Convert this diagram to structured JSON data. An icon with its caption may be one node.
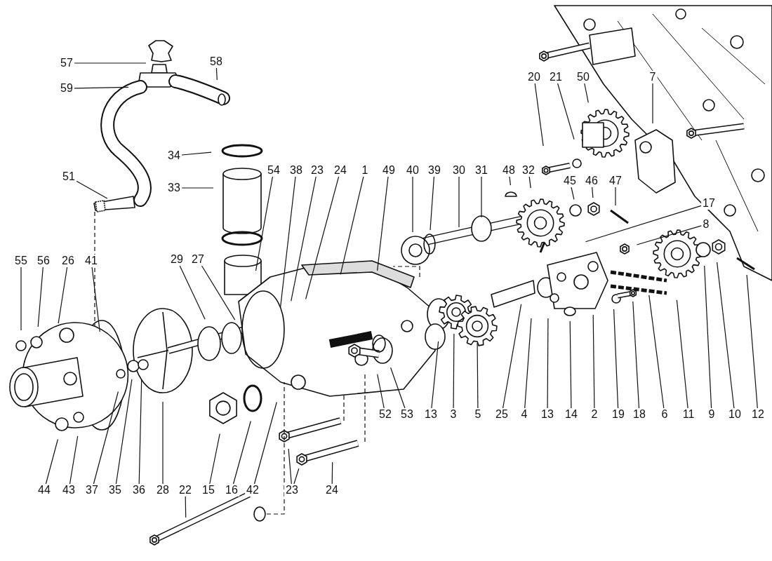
{
  "diagram": {
    "nodes": [
      {
        "text": [
          "57"
        ]
      },
      {
        "text": [
          "58"
        ]
      },
      {
        "text": [
          "59"
        ]
      },
      {
        "text": [
          "20"
        ]
      },
      {
        "text": [
          "21"
        ]
      },
      {
        "text": [
          "50"
        ]
      },
      {
        "text": [
          "7"
        ]
      },
      {
        "text": [
          "34"
        ]
      },
      {
        "text": [
          "54"
        ]
      },
      {
        "text": [
          "38"
        ]
      },
      {
        "text": [
          "23"
        ]
      },
      {
        "text": [
          "24"
        ]
      },
      {
        "text": [
          "1"
        ]
      },
      {
        "text": [
          "49"
        ]
      },
      {
        "text": [
          "40"
        ]
      },
      {
        "text": [
          "39"
        ]
      },
      {
        "text": [
          "30"
        ]
      },
      {
        "text": [
          "31"
        ]
      },
      {
        "text": [
          "48"
        ]
      },
      {
        "text": [
          "32"
        ]
      },
      {
        "text": [
          "51"
        ]
      },
      {
        "text": [
          "45"
        ]
      },
      {
        "text": [
          "46"
        ]
      },
      {
        "text": [
          "47"
        ]
      },
      {
        "text": [
          "33"
        ]
      },
      {
        "text": [
          "17"
        ]
      },
      {
        "text": [
          "8"
        ]
      },
      {
        "text": [
          "55"
        ]
      },
      {
        "text": [
          "56"
        ]
      },
      {
        "text": [
          "26"
        ]
      },
      {
        "text": [
          "41"
        ]
      },
      {
        "text": [
          "29"
        ]
      },
      {
        "text": [
          "27"
        ]
      },
      {
        "text": [
          "52"
        ]
      },
      {
        "text": [
          "53"
        ]
      },
      {
        "text": [
          "13"
        ]
      },
      {
        "text": [
          "3"
        ]
      },
      {
        "text": [
          "5"
        ]
      },
      {
        "text": [
          "25"
        ]
      },
      {
        "text": [
          "4"
        ]
      },
      {
        "text": [
          "13"
        ]
      },
      {
        "text": [
          "14"
        ]
      },
      {
        "text": [
          "2"
        ]
      },
      {
        "text": [
          "19"
        ]
      },
      {
        "text": [
          "18"
        ]
      },
      {
        "text": [
          "6"
        ]
      },
      {
        "text": [
          "11"
        ]
      },
      {
        "text": [
          "9"
        ]
      },
      {
        "text": [
          "10"
        ]
      },
      {
        "text": [
          "12"
        ]
      },
      {
        "text": [
          "44"
        ]
      },
      {
        "text": [
          "43"
        ]
      },
      {
        "text": [
          "37"
        ]
      },
      {
        "text": [
          "35"
        ]
      },
      {
        "text": [
          "36"
        ]
      },
      {
        "text": [
          "28"
        ]
      },
      {
        "text": [
          "22"
        ]
      },
      {
        "text": [
          "15"
        ]
      },
      {
        "text": [
          "16"
        ]
      },
      {
        "text": [
          "42"
        ]
      },
      {
        "text": [
          "23"
        ]
      },
      {
        "text": [
          "24"
        ]
      }
    ],
    "edges": [
      {
        "from": 0,
        "to": null,
        "arrow": "none"
      },
      {
        "from": 1,
        "to": null,
        "arrow": "none"
      },
      {
        "from": 2,
        "to": null,
        "arrow": "none"
      },
      {
        "from": 3,
        "to": null,
        "arrow": "none"
      },
      {
        "from": 4,
        "to": null,
        "arrow": "none"
      },
      {
        "from": 5,
        "to": null,
        "arrow": "none"
      },
      {
        "from": 6,
        "to": null,
        "arrow": "none"
      },
      {
        "from": 7,
        "to": null,
        "arrow": "none"
      },
      {
        "from": 8,
        "to": null,
        "arrow": "none"
      },
      {
        "from": 9,
        "to": null,
        "arrow": "none"
      },
      {
        "from": 10,
        "to": null,
        "arrow": "none"
      },
      {
        "from": 11,
        "to": null,
        "arrow": "none"
      },
      {
        "from": 12,
        "to": null,
        "arrow": "none"
      },
      {
        "from": 13,
        "to": null,
        "arrow": "none"
      },
      {
        "from": 14,
        "to": null,
        "arrow": "none"
      },
      {
        "from": 15,
        "to": null,
        "arrow": "none"
      },
      {
        "from": 16,
        "to": null,
        "arrow": "none"
      },
      {
        "from": 17,
        "to": null,
        "arrow": "none"
      },
      {
        "from": 18,
        "to": null,
        "arrow": "none"
      },
      {
        "from": 19,
        "to": null,
        "arrow": "none"
      },
      {
        "from": 20,
        "to": null,
        "arrow": "none"
      },
      {
        "from": 21,
        "to": null,
        "arrow": "none"
      },
      {
        "from": 22,
        "to": null,
        "arrow": "none"
      },
      {
        "from": 23,
        "to": null,
        "arrow": "none"
      },
      {
        "from": 24,
        "to": null,
        "arrow": "none"
      },
      {
        "from": 25,
        "to": null,
        "arrow": "none"
      },
      {
        "from": 26,
        "to": null,
        "arrow": "none"
      },
      {
        "from": 27,
        "to": null,
        "arrow": "none"
      },
      {
        "from": 28,
        "to": null,
        "arrow": "none"
      },
      {
        "from": 29,
        "to": null,
        "arrow": "none"
      },
      {
        "from": 30,
        "to": null,
        "arrow": "none"
      },
      {
        "from": 31,
        "to": null,
        "arrow": "none"
      },
      {
        "from": 32,
        "to": null,
        "arrow": "none"
      },
      {
        "from": 33,
        "to": null,
        "arrow": "none"
      },
      {
        "from": 34,
        "to": null,
        "arrow": "none"
      },
      {
        "from": 35,
        "to": null,
        "arrow": "none"
      },
      {
        "from": 36,
        "to": null,
        "arrow": "none"
      },
      {
        "from": 37,
        "to": null,
        "arrow": "none"
      },
      {
        "from": 38,
        "to": null,
        "arrow": "none"
      },
      {
        "from": 39,
        "to": null,
        "arrow": "none"
      },
      {
        "from": 40,
        "to": null,
        "arrow": "none"
      },
      {
        "from": 41,
        "to": null,
        "arrow": "none"
      },
      {
        "from": 42,
        "to": null,
        "arrow": "none"
      },
      {
        "from": 43,
        "to": null,
        "arrow": "none"
      },
      {
        "from": 44,
        "to": null,
        "arrow": "none"
      },
      {
        "from": 45,
        "to": null,
        "arrow": "none"
      },
      {
        "from": 46,
        "to": null,
        "arrow": "none"
      },
      {
        "from": 47,
        "to": null,
        "arrow": "none"
      },
      {
        "from": 48,
        "to": null,
        "arrow": "none"
      },
      {
        "from": 49,
        "to": null,
        "arrow": "none"
      },
      {
        "from": 50,
        "to": null,
        "arrow": "none"
      },
      {
        "from": 51,
        "to": null,
        "arrow": "none"
      },
      {
        "from": 52,
        "to": null,
        "arrow": "none"
      },
      {
        "from": 53,
        "to": null,
        "arrow": "none"
      },
      {
        "from": 54,
        "to": null,
        "arrow": "none"
      },
      {
        "from": 55,
        "to": null,
        "arrow": "none"
      },
      {
        "from": 56,
        "to": null,
        "arrow": "none"
      },
      {
        "from": 57,
        "to": null,
        "arrow": "none"
      },
      {
        "from": 58,
        "to": null,
        "arrow": "none"
      },
      {
        "from": 59,
        "to": null,
        "arrow": "none"
      },
      {
        "from": 60,
        "to": null,
        "arrow": "none"
      },
      {
        "from": 60,
        "to": null,
        "arrow": "none"
      },
      {
        "from": 61,
        "to": null,
        "arrow": "none"
      }
    ]
  }
}
